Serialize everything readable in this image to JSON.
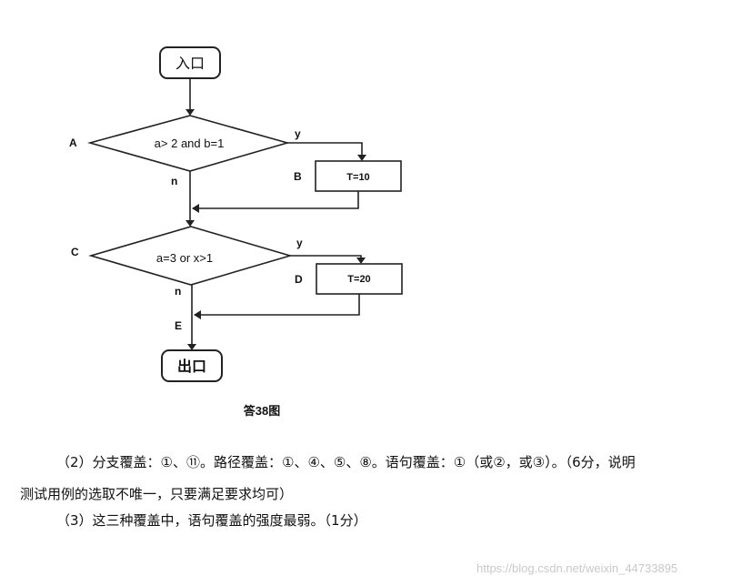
{
  "flowchart": {
    "entry_label": "入口",
    "exit_label": "出口",
    "node_A": "A",
    "cond_A": "a> 2 and b=1",
    "yes_A": "y",
    "no_A": "n",
    "node_B": "B",
    "box_B": "T=10",
    "node_C": "C",
    "cond_C": "a=3 or x>1",
    "yes_C": "y",
    "no_C": "n",
    "node_D": "D",
    "box_D": "T=20",
    "node_E": "E",
    "caption": "答38图"
  },
  "answer": {
    "line1": "（2）分支覆盖：①、⑪。路径覆盖：①、④、⑤、⑧。语句覆盖：①（或②，或③）。（6分，说明",
    "line2": "测试用例的选取不唯一，只要满足要求均可）",
    "line3": "（3）这三种覆盖中，语句覆盖的强度最弱。（1分）"
  },
  "watermark": "https://blog.csdn.net/weixin_44733895"
}
